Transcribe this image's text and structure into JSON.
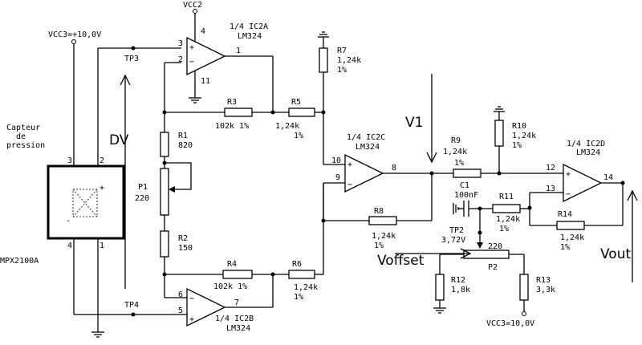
{
  "supply": {
    "vcc3_top": "VCC3=+10,0V",
    "vcc2": "VCC2",
    "vcc3_bottom": "VCC3=10,0V"
  },
  "sensor": {
    "title_lines": [
      "Capteur",
      "de",
      "pression"
    ],
    "part": "MPX2100A",
    "pins": [
      "3",
      "2",
      "4",
      "1"
    ],
    "plus": "+",
    "minus": "-"
  },
  "test_points": {
    "tp3": "TP3",
    "tp4": "TP4",
    "tp2": "TP2",
    "tp2_voltage": "3,72V"
  },
  "annotations": {
    "dv": "DV",
    "v1": "V1",
    "voffset": "Voffset",
    "vout": "Vout"
  },
  "opamps": {
    "ic2a": {
      "name": "1/4 IC2A",
      "part": "LM324",
      "pin_plus": "3",
      "pin_minus": "2",
      "pin_out": "1",
      "pin_vcc": "4",
      "pin_gnd": "11"
    },
    "ic2b": {
      "name": "1/4 IC2B",
      "part": "LM324",
      "pin_minus": "6",
      "pin_plus": "5",
      "pin_out": "7"
    },
    "ic2c": {
      "name": "1/4 IC2C",
      "part": "LM324",
      "pin_plus": "10",
      "pin_minus": "9",
      "pin_out": "8"
    },
    "ic2d": {
      "name": "1/4 IC2D",
      "part": "LM324",
      "pin_plus": "12",
      "pin_minus": "13",
      "pin_out": "14"
    }
  },
  "resistors": {
    "r1": {
      "name": "R1",
      "value": "820"
    },
    "p1": {
      "name": "P1",
      "value": "220"
    },
    "r2": {
      "name": "R2",
      "value": "150"
    },
    "r3": {
      "name": "R3",
      "value": "102k 1%"
    },
    "r4": {
      "name": "R4",
      "value": "102k 1%"
    },
    "r5": {
      "name": "R5",
      "value": "1,24k",
      "tol": "1%"
    },
    "r6": {
      "name": "R6",
      "value": "1,24k",
      "tol": "1%"
    },
    "r7": {
      "name": "R7",
      "value": "1,24k",
      "tol": "1%"
    },
    "r8": {
      "name": "R8",
      "value": "1,24k",
      "tol": "1%"
    },
    "r9": {
      "name": "R9",
      "value": "1,24k",
      "tol": "1%"
    },
    "r10": {
      "name": "R10",
      "value": "1,24k",
      "tol": "1%"
    },
    "r11": {
      "name": "R11",
      "value": "1,24k",
      "tol": "1%"
    },
    "r12": {
      "name": "R12",
      "value": "1,8k"
    },
    "r13": {
      "name": "R13",
      "value": "3,3k"
    },
    "r14": {
      "name": "R14",
      "value": "1,24k",
      "tol": "1%"
    },
    "p2": {
      "name": "P2",
      "value": "220"
    }
  },
  "capacitors": {
    "c1": {
      "name": "C1",
      "value": "100nF"
    }
  }
}
